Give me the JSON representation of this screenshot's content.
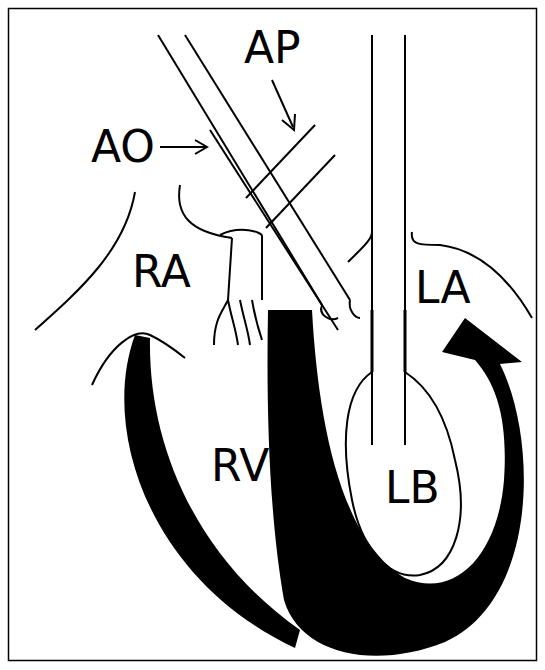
{
  "diagram": {
    "labels": [
      "AP",
      "AO",
      "RA",
      "LA",
      "RV",
      "LB"
    ]
  }
}
